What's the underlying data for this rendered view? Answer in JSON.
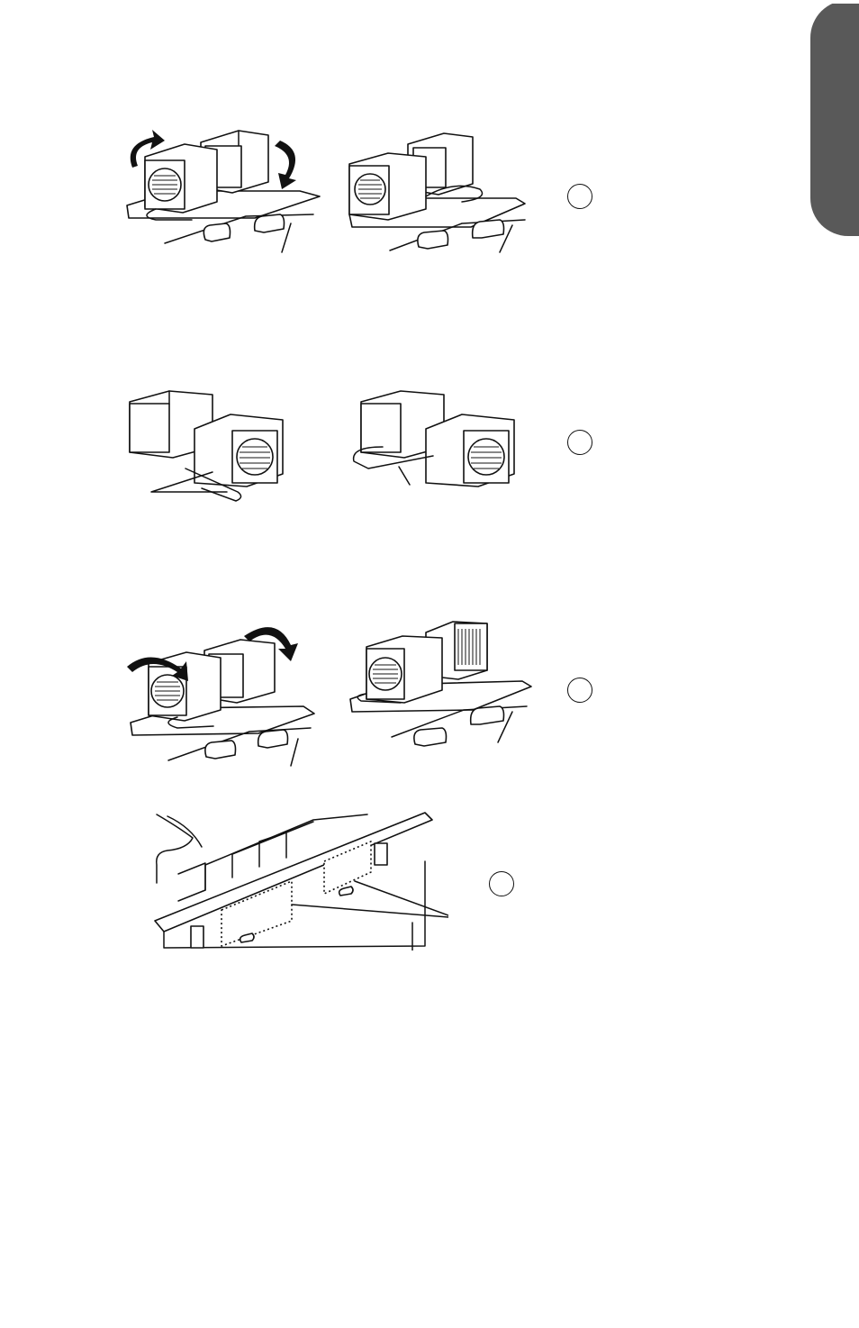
{
  "page": {
    "steps": [
      {
        "id": "step-a",
        "marker": ""
      },
      {
        "id": "step-b",
        "marker": ""
      },
      {
        "id": "step-c",
        "marker": ""
      },
      {
        "id": "step-d",
        "marker": ""
      }
    ]
  },
  "colors": {
    "side_tab": "#595959",
    "ink": "#111111",
    "background": "#ffffff"
  },
  "icons": {
    "rotate": "curved-arrow-icon",
    "circle": "step-marker-circle"
  }
}
